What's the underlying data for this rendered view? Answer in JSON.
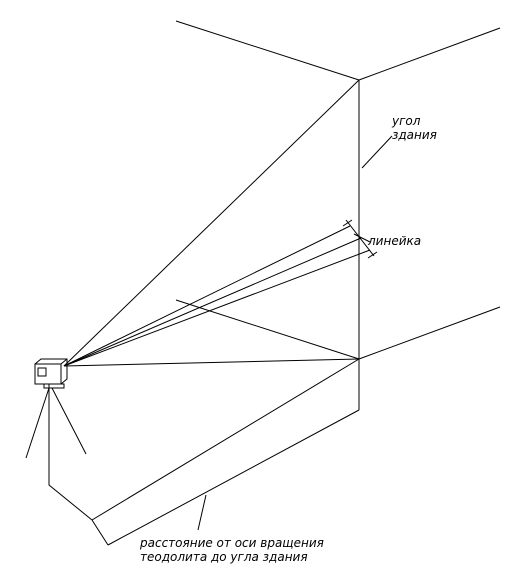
{
  "labels": {
    "building_corner": [
      "угол",
      "здания"
    ],
    "ruler": "линейка",
    "distance": [
      "расстояние от оси вращения",
      "теодолита до угла здания"
    ]
  }
}
